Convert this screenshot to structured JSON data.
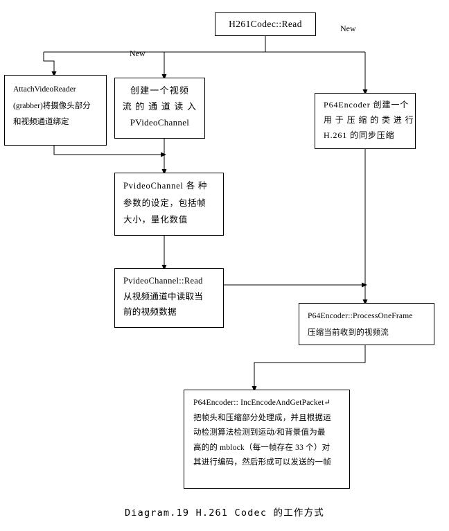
{
  "diagram": {
    "type": "flowchart",
    "caption": "Diagram.19 H.261 Codec 的工作方式",
    "nodes": {
      "root": {
        "lines": [
          "H261Codec::Read"
        ]
      },
      "attach": {
        "lines": [
          "AttachVideoReader",
          "(grabber)将摄像头部分",
          "和视频通道绑定"
        ]
      },
      "create": {
        "lines": [
          "创建一个视频",
          "流 的 通 道 读 入",
          "PVideoChannel"
        ]
      },
      "p64": {
        "lines": [
          "P64Encoder 创建一个",
          "用 于 压 缩 的 类 进 行",
          "H.261 的同步压缩"
        ]
      },
      "params": {
        "lines": [
          "PvideoChannel 各 种",
          "参数的设定，包括帧",
          "大小，量化数值"
        ]
      },
      "read": {
        "lines": [
          "PvideoChannel::Read",
          "从视频通道中读取当",
          "前的视频数据"
        ]
      },
      "process": {
        "lines": [
          "P64Encoder::ProcessOneFrame",
          "压缩当前收到的视频流"
        ]
      },
      "inc": {
        "lines": [
          "P64Encoder:: IncEncodeAndGetPacket↵",
          "把帧头和压缩部分处理成，并且根据运",
          "动检测算法检测到运动/和背景值为最",
          "高的的 mblock（每一帧存在 33 个）对",
          "其进行编码，然后形成可以发送的一帧"
        ]
      }
    },
    "edge_labels": {
      "new_left": "New",
      "new_right": "New"
    },
    "colors": {
      "stroke": "#000000",
      "fill": "#ffffff",
      "text": "#000000"
    }
  }
}
